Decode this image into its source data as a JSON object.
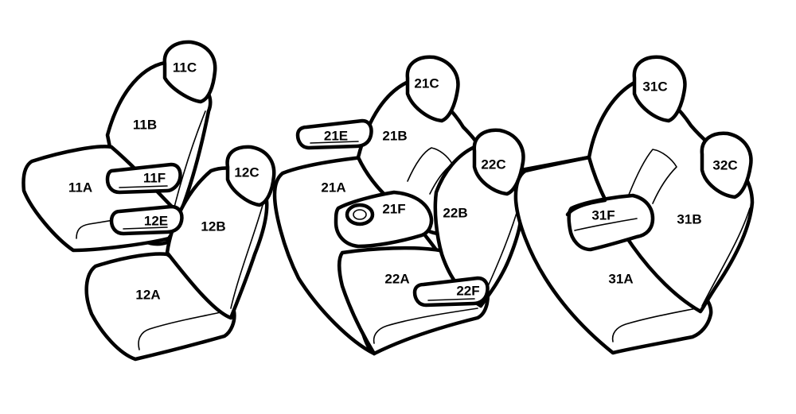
{
  "labels": {
    "l11A": "11A",
    "l11B": "11B",
    "l11C": "11C",
    "l11F": "11F",
    "l12A": "12A",
    "l12B": "12B",
    "l12C": "12C",
    "l12E": "12E",
    "l21A": "21A",
    "l21B": "21B",
    "l21C": "21C",
    "l21E": "21E",
    "l21F": "21F",
    "l22A": "22A",
    "l22B": "22B",
    "l22C": "22C",
    "l22F": "22F",
    "l31A": "31A",
    "l31B": "31B",
    "l31C": "31C",
    "l31F": "31F",
    "l32C": "32C"
  }
}
